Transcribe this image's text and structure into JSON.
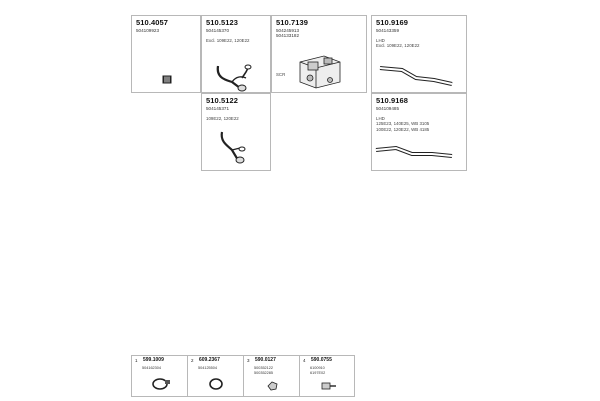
{
  "parts": {
    "p1": {
      "number": "510.4057",
      "oe": [
        "504109923"
      ]
    },
    "p2": {
      "number": "510.5123",
      "oe": [
        "504145370"
      ],
      "note": "Excl. 109E22, 120E22"
    },
    "p3": {
      "number": "510.7139",
      "oe": [
        "504245913",
        "504133182"
      ],
      "note": "SCR"
    },
    "p4": {
      "number": "510.9169",
      "oe": [
        "504143359"
      ],
      "note": "LHD\nExcl. 109E22, 120E22"
    },
    "p5": {
      "number": "510.5122",
      "oe": [
        "504145371"
      ],
      "note": "109E22, 120E22"
    },
    "p6": {
      "number": "510.9168",
      "oe": [
        "504109485"
      ],
      "note": "LHD\n125E23, 140E25, WB 3105\n100E22, 120E22, WB 4185"
    }
  },
  "strip": {
    "items": [
      {
        "idx": "1",
        "number": "599.1009",
        "oe": [
          "504162304"
        ]
      },
      {
        "idx": "2",
        "number": "609.2367",
        "oe": [
          "504125504"
        ]
      },
      {
        "idx": "3",
        "number": "590.0127",
        "oe": [
          "500352122",
          "500352285"
        ]
      },
      {
        "idx": "4",
        "number": "590.0755",
        "oe": [
          "6100910",
          "6197E02"
        ]
      }
    ]
  }
}
